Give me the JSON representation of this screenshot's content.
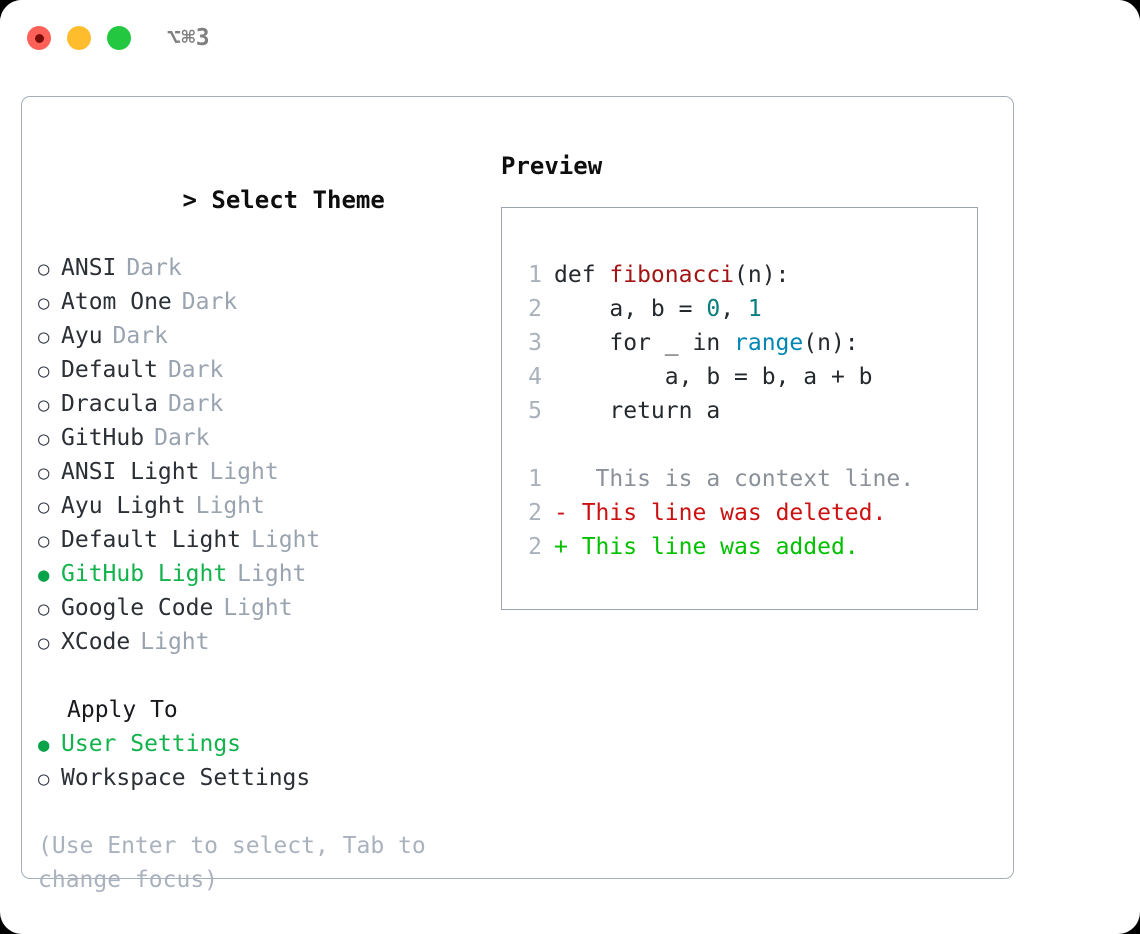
{
  "titlebar": {
    "shortcut": "⌥⌘3",
    "buttons": [
      {
        "name": "close",
        "color": "#ff6159"
      },
      {
        "name": "minimize",
        "color": "#ffbd2e"
      },
      {
        "name": "zoom",
        "color": "#23c840"
      }
    ]
  },
  "colors": {
    "selected_green": "#12b34c",
    "bullet_green": "#0aa34a",
    "muted_gray": "#9aa4b0",
    "hint_gray": "#aab2bd",
    "panel_border": "#a3aebb",
    "preview_border": "#9aa5b1",
    "diff_add": "#00c000",
    "diff_del": "#cc1111",
    "syntax_function": "#a31515",
    "syntax_number": "#0a7d7d",
    "syntax_builtin": "#0086b3"
  },
  "theme_picker": {
    "prompt": ">",
    "title": "Select Theme",
    "items": [
      {
        "label": "ANSI",
        "tag": "Dark",
        "selected": false
      },
      {
        "label": "Atom One",
        "tag": "Dark",
        "selected": false
      },
      {
        "label": "Ayu",
        "tag": "Dark",
        "selected": false
      },
      {
        "label": "Default",
        "tag": "Dark",
        "selected": false
      },
      {
        "label": "Dracula",
        "tag": "Dark",
        "selected": false
      },
      {
        "label": "GitHub",
        "tag": "Dark",
        "selected": false
      },
      {
        "label": "ANSI Light",
        "tag": "Light",
        "selected": false
      },
      {
        "label": "Ayu Light",
        "tag": "Light",
        "selected": false
      },
      {
        "label": "Default Light",
        "tag": "Light",
        "selected": false
      },
      {
        "label": "GitHub Light",
        "tag": "Light",
        "selected": true
      },
      {
        "label": "Google Code",
        "tag": "Light",
        "selected": false
      },
      {
        "label": "XCode",
        "tag": "Light",
        "selected": false
      }
    ]
  },
  "apply_to": {
    "title": "Apply To",
    "items": [
      {
        "label": "User Settings",
        "selected": true
      },
      {
        "label": "Workspace Settings",
        "selected": false
      }
    ]
  },
  "hint": "(Use Enter to select, Tab to change focus)",
  "preview": {
    "title": "Preview",
    "code_lines": [
      {
        "number": "1",
        "tokens": [
          {
            "text": "def ",
            "kind": "plain"
          },
          {
            "text": "fibonacci",
            "kind": "function"
          },
          {
            "text": "(n):",
            "kind": "plain"
          }
        ]
      },
      {
        "number": "2",
        "tokens": [
          {
            "text": "    a, b = ",
            "kind": "plain"
          },
          {
            "text": "0",
            "kind": "number"
          },
          {
            "text": ", ",
            "kind": "plain"
          },
          {
            "text": "1",
            "kind": "number"
          }
        ]
      },
      {
        "number": "3",
        "tokens": [
          {
            "text": "    for _ in ",
            "kind": "plain"
          },
          {
            "text": "range",
            "kind": "builtin"
          },
          {
            "text": "(n):",
            "kind": "plain"
          }
        ]
      },
      {
        "number": "4",
        "tokens": [
          {
            "text": "        a, b = b, a + b",
            "kind": "plain"
          }
        ]
      },
      {
        "number": "5",
        "tokens": [
          {
            "text": "    return a",
            "kind": "plain"
          }
        ]
      }
    ],
    "diff_lines": [
      {
        "number": "1",
        "marker": " ",
        "text": "  This is a context line.",
        "kind": "context"
      },
      {
        "number": "2",
        "marker": "-",
        "text": " This line was deleted.",
        "kind": "deleted"
      },
      {
        "number": "2",
        "marker": "+",
        "text": " This line was added.",
        "kind": "added"
      }
    ]
  }
}
